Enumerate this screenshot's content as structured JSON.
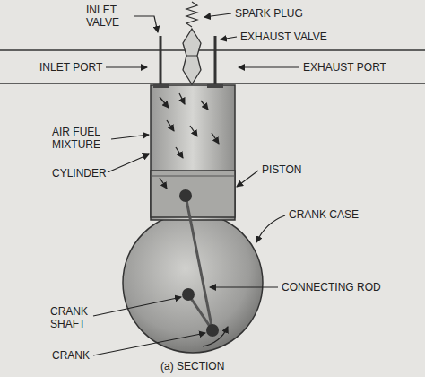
{
  "diagram": {
    "caption": "(a) SECTION",
    "labels": [
      "INLET VALVE",
      "SPARK PLUG",
      "EXHAUST VALVE",
      "INLET PORT",
      "EXHAUST PORT",
      "AIR FUEL MIXTURE",
      "CYLINDER",
      "PISTON",
      "CRANK CASE",
      "CONNECTING ROD",
      "CRANK SHAFT",
      "CRANK"
    ]
  }
}
